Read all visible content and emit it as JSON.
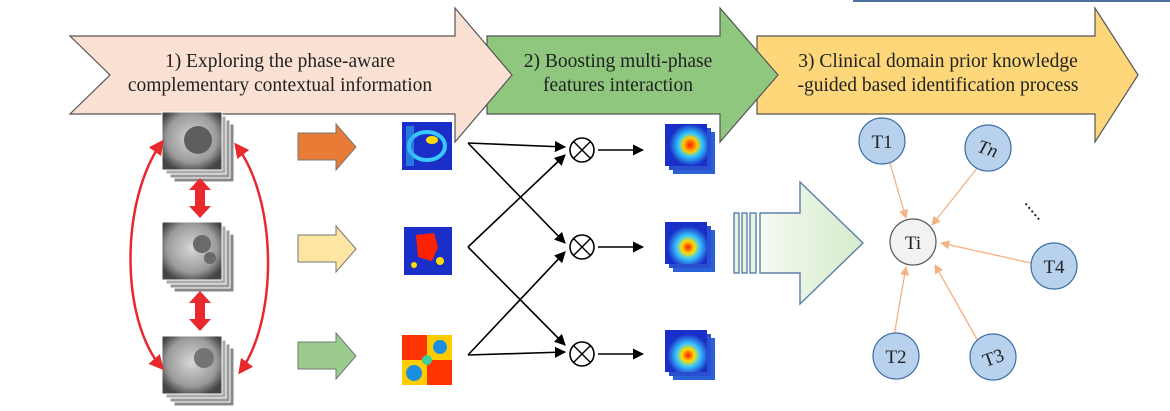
{
  "stages": [
    {
      "line1": "1) Exploring the phase-aware",
      "line2": "complementary contextual information",
      "color": "#fbe1d4"
    },
    {
      "line1": "2) Boosting multi-phase",
      "line2": "features interaction",
      "color": "#8fc77f"
    },
    {
      "line1": "3) Clinical domain prior knowledge",
      "line2": "-guided  based identification process",
      "color": "#fdd77a"
    }
  ],
  "phase_arrow_colors": [
    "#e87b35",
    "#fde6a2",
    "#9ccc8d"
  ],
  "arrow_colors": {
    "bidirectional": "#e8282d",
    "curve": "#e8282d"
  },
  "nodes": {
    "center": "Ti",
    "outer": [
      "T1",
      "Tn",
      "T4",
      "T3",
      "T2"
    ],
    "ellipsis": "....."
  },
  "node_colors": {
    "outer_fill": "#b8d1ec",
    "center_fill": "#f2f2f2",
    "edge": "#f4b183"
  },
  "operators": [
    "⊗",
    "⊗",
    "⊗"
  ]
}
